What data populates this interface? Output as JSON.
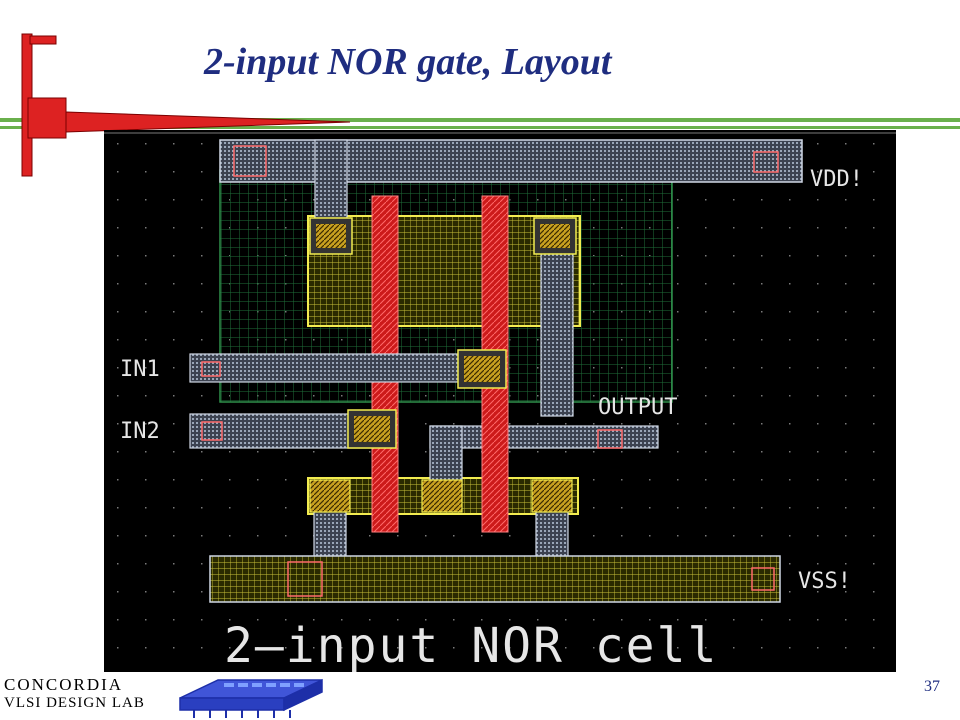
{
  "slide": {
    "title": "2-input NOR gate, Layout",
    "page_number": "37"
  },
  "footer": {
    "lab_line1": "CONCORDIA",
    "lab_line2": "VLSI DESIGN LAB"
  },
  "layout_view": {
    "pins": {
      "vdd": "VDD!",
      "vss": "VSS!",
      "in1": "IN1",
      "in2": "IN2",
      "output": "OUTPUT"
    },
    "cell_name": "2—input NOR cell"
  },
  "colors": {
    "title": "#1f2d80",
    "background": "#000000",
    "poly": "#e01e1e",
    "diffusion": "#e8e040",
    "metal": "#c9d6e6",
    "contact": "#ff7070",
    "accent_green": "#6ab04c"
  }
}
